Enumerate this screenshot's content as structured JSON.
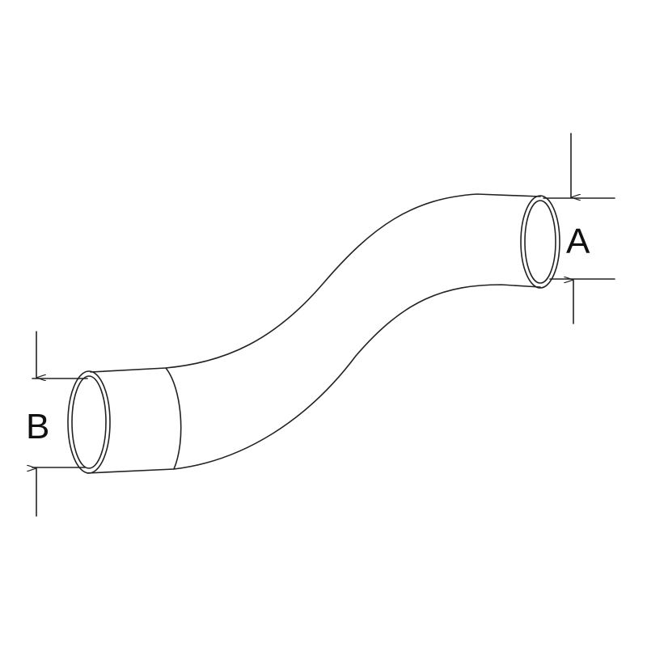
{
  "diagram": {
    "subject": "hose",
    "labels": {
      "end_a": "A",
      "end_b": "B"
    },
    "colors": {
      "line": "#222222",
      "background": "#ffffff"
    }
  }
}
